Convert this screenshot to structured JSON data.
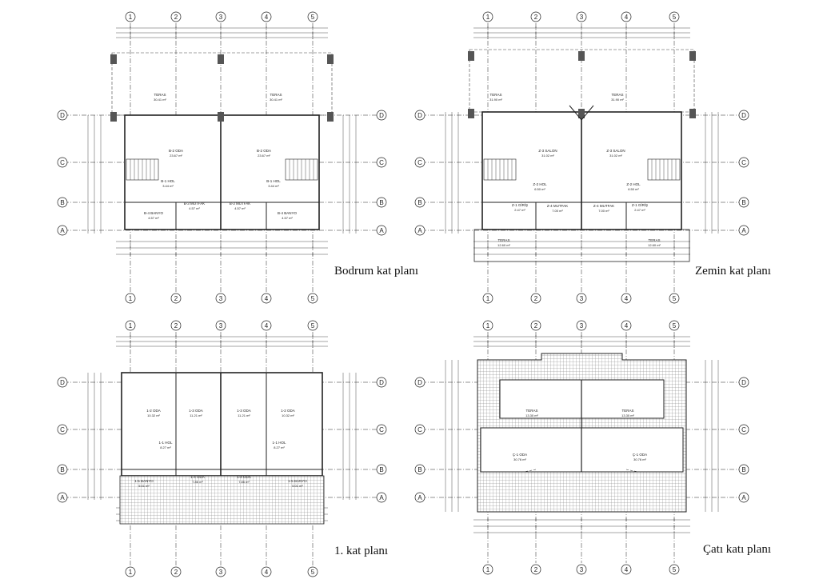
{
  "plans": [
    {
      "key": "bodrum",
      "title": "Bodrum kat planı",
      "column_axes": [
        "1",
        "2",
        "3",
        "4",
        "5"
      ],
      "row_axes": [
        "D",
        "C",
        "B",
        "A"
      ],
      "rooms": [
        {
          "label": "TERAS",
          "area": "30.41 m²"
        },
        {
          "label": "TERAS",
          "area": "30.41 m²"
        },
        {
          "label": "B-2 ODA",
          "area": "23.67 m²"
        },
        {
          "label": "B-2 ODA",
          "area": "23.67 m²"
        },
        {
          "label": "B-1 HOL",
          "area": "3.44 m²"
        },
        {
          "label": "B-1 HOL",
          "area": "3.44 m²"
        },
        {
          "label": "B-3 MUTFAK",
          "area": "4.57 m²"
        },
        {
          "label": "B-3 MUTFAK",
          "area": "4.57 m²"
        },
        {
          "label": "B-4 BANYO",
          "area": "4.57 m²"
        },
        {
          "label": "B-4 BANYO",
          "area": "4.57 m²"
        }
      ]
    },
    {
      "key": "zemin",
      "title": "Zemin kat planı",
      "column_axes": [
        "1",
        "2",
        "3",
        "4",
        "5"
      ],
      "row_axes": [
        "D",
        "C",
        "B",
        "A"
      ],
      "rooms": [
        {
          "label": "TERAS",
          "area": "31.90 m²"
        },
        {
          "label": "TERAS",
          "area": "31.90 m²"
        },
        {
          "label": "Z-3 SALON",
          "area": "31.02 m²"
        },
        {
          "label": "Z-3 SALON",
          "area": "31.02 m²"
        },
        {
          "label": "Z-2 HOL",
          "area": "6.50 m²"
        },
        {
          "label": "Z-2 HOL",
          "area": "6.50 m²"
        },
        {
          "label": "Z-4 MUTFAK",
          "area": "7.00 m²"
        },
        {
          "label": "Z-4 MUTFAK",
          "area": "7.00 m²"
        },
        {
          "label": "Z-1 GİRİŞ",
          "area": "2.47 m²"
        },
        {
          "label": "Z-1 GİRİŞ",
          "area": "2.47 m²"
        },
        {
          "label": "TERAS",
          "area": "12.60 m²"
        },
        {
          "label": "TERAS",
          "area": "12.60 m²"
        }
      ]
    },
    {
      "key": "birinci",
      "title": "1. kat planı",
      "column_axes": [
        "1",
        "2",
        "3",
        "4",
        "5"
      ],
      "row_axes": [
        "D",
        "C",
        "B",
        "A"
      ],
      "rooms": [
        {
          "label": "1-2 ODA",
          "area": "10.32 m²"
        },
        {
          "label": "1-3 ODA",
          "area": "11.21 m²"
        },
        {
          "label": "1-3 ODA",
          "area": "11.21 m²"
        },
        {
          "label": "1-2 ODA",
          "area": "10.32 m²"
        },
        {
          "label": "1-1 HOL",
          "area": "8.27 m²"
        },
        {
          "label": "1-1 HOL",
          "area": "8.27 m²"
        },
        {
          "label": "1-5 BANYO",
          "area": "5.01 m²"
        },
        {
          "label": "1-4 ODA",
          "area": "7.86 m²"
        },
        {
          "label": "1-4 ODA",
          "area": "7.86 m²"
        },
        {
          "label": "1-5 BANYO",
          "area": "5.01 m²"
        }
      ]
    },
    {
      "key": "cati",
      "title": "Çatı katı planı",
      "column_axes": [
        "1",
        "2",
        "3",
        "4",
        "5"
      ],
      "row_axes": [
        "D",
        "C",
        "B",
        "A"
      ],
      "rooms": [
        {
          "label": "TERAS",
          "area": "13.30 m²"
        },
        {
          "label": "TERAS",
          "area": "13.30 m²"
        },
        {
          "label": "Ç-1 ODA",
          "area": "30.76 m²"
        },
        {
          "label": "Ç-1 ODA",
          "area": "30.76 m²"
        }
      ]
    }
  ]
}
